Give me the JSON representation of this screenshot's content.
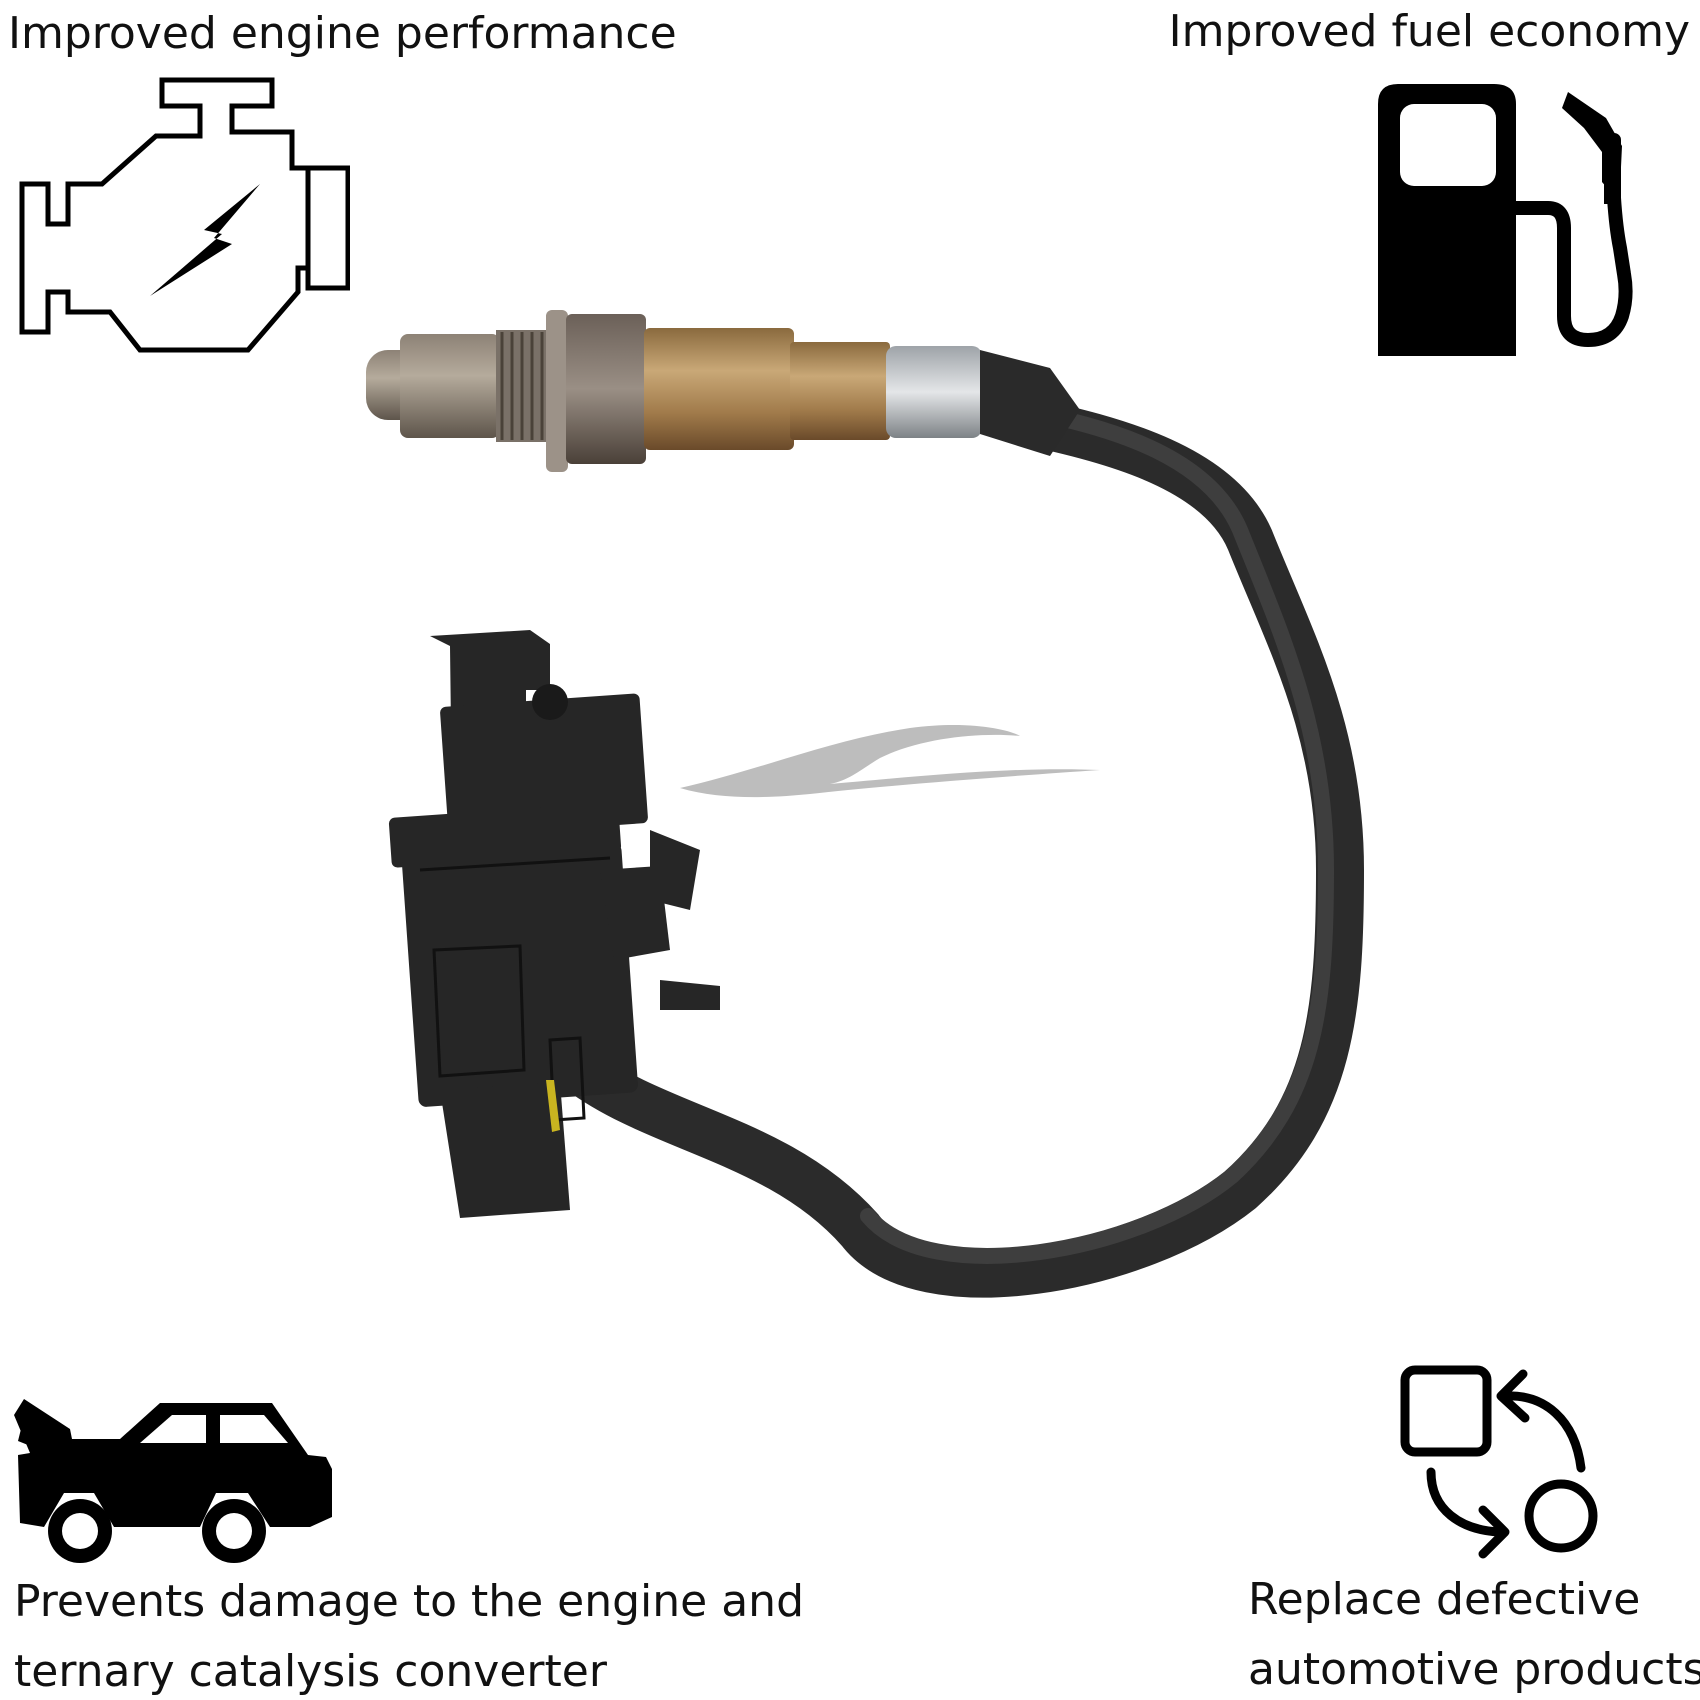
{
  "captions": {
    "engine_performance": "Improved engine performance",
    "fuel_economy": "Improved fuel economy",
    "prevents_damage_line1": "Prevents damage to the engine and",
    "prevents_damage_line2": "ternary catalysis converter",
    "replace_line1": "Replace defective",
    "replace_line2": "automotive products"
  },
  "icons": {
    "top_left": "engine-icon",
    "top_right": "fuel-pump-icon",
    "bottom_left": "car-hood-icon",
    "bottom_right": "replace-icon"
  },
  "colors": {
    "text": "#111111",
    "icon": "#000000",
    "background": "#ffffff"
  }
}
